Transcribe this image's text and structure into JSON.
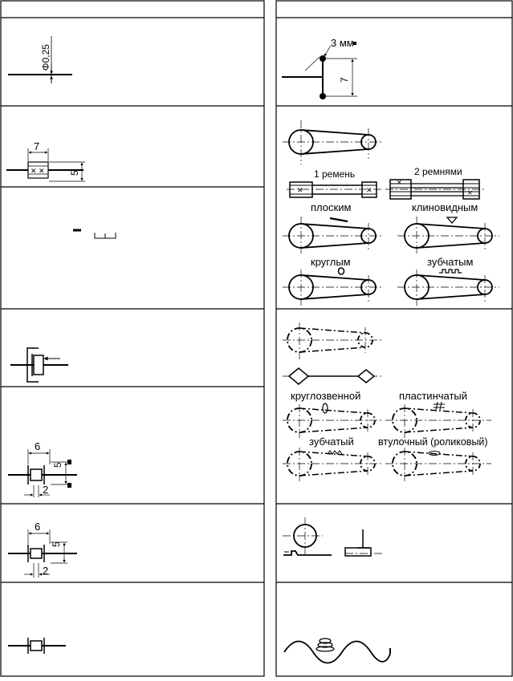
{
  "left_column": {
    "shaft_diameter": "Φ0,25",
    "bearing_width": "7",
    "bearing_height": "5",
    "coupling_width_a": "6",
    "coupling_height_a": "5",
    "coupling_gap_a": "2",
    "coupling_width_b": "6",
    "coupling_height_b": "5",
    "coupling_gap_b": "2"
  },
  "right_column": {
    "crank_size": "3 мм",
    "crank_height": "7",
    "one_belt": "1 ремень",
    "two_belts": "2 ремнями",
    "flat": "плоским",
    "v_belt": "клиновидным",
    "round": "круглым",
    "toothed_belt": "зубчатым",
    "chain_round_link": "круглозвенной",
    "chain_plate": "пластинчатый",
    "chain_toothed": "зубчатый",
    "chain_bushing": "втулочный (роликовый)"
  }
}
